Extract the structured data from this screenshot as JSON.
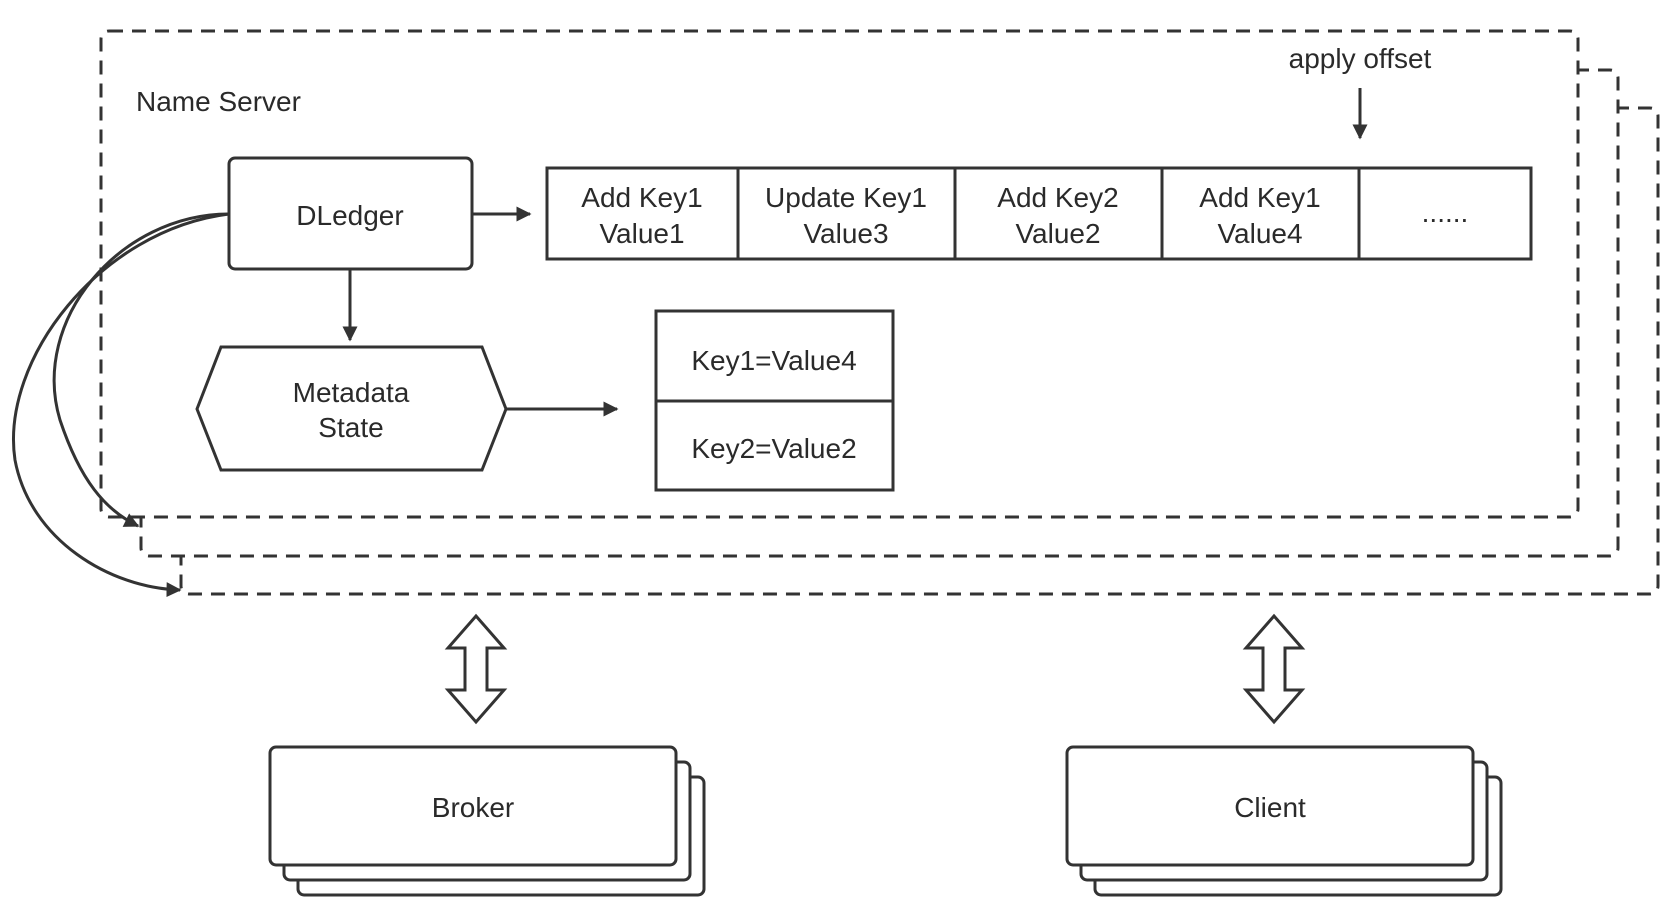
{
  "name_server": {
    "title": "Name Server",
    "apply_offset_label": "apply offset",
    "dledger_label": "DLedger",
    "metadata_state_lines": [
      "Metadata",
      "State"
    ],
    "log_entries": [
      {
        "line1": "Add Key1",
        "line2": "Value1"
      },
      {
        "line1": "Update Key1",
        "line2": "Value3"
      },
      {
        "line1": "Add Key2",
        "line2": "Value2"
      },
      {
        "line1": "Add Key1",
        "line2": "Value4"
      },
      {
        "line1": "......",
        "line2": ""
      }
    ],
    "state_entries": [
      "Key1=Value4",
      "Key2=Value2"
    ]
  },
  "broker": {
    "label": "Broker"
  },
  "client": {
    "label": "Client"
  },
  "colors": {
    "stroke": "#333333",
    "text": "#2a2a2a",
    "background": "#ffffff"
  }
}
